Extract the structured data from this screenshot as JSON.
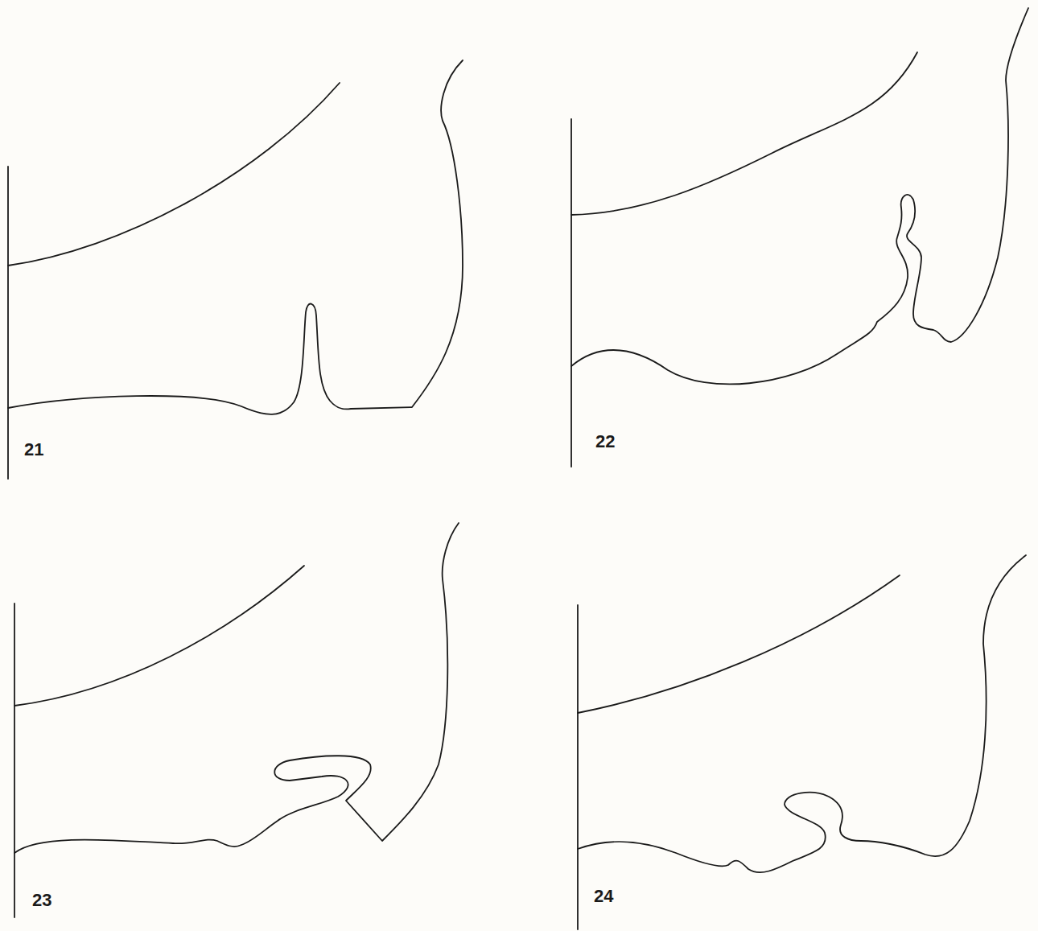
{
  "diagram": {
    "labels": [
      "21",
      "22",
      "23",
      "24"
    ]
  }
}
